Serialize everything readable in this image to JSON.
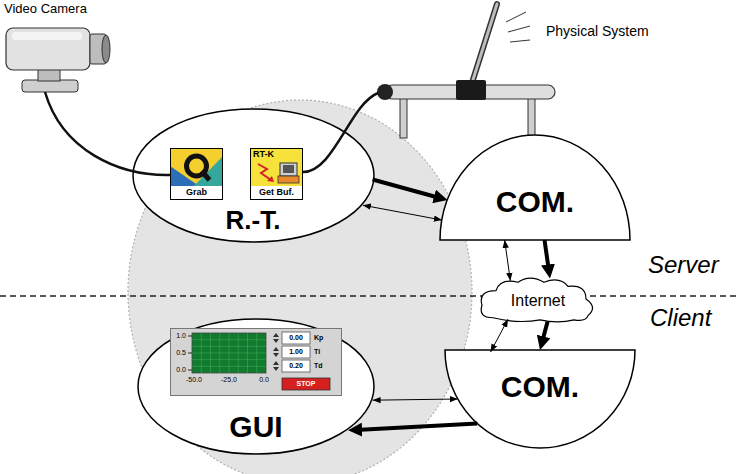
{
  "diagram": {
    "nodes": [
      {
        "text": [
          "R.-T."
        ]
      },
      {
        "text": [
          "Grab"
        ],
        "in": 0
      },
      {
        "text": [
          "RT-K",
          "Get Buf."
        ],
        "in": 0
      },
      {
        "text": [
          "COM."
        ]
      },
      {
        "text": [
          "Internet"
        ]
      },
      {
        "text": [
          "GUI"
        ]
      },
      {
        "text": [
          "1.0",
          "0.00",
          "Kp",
          "0.5",
          "1.00",
          "Ti",
          "0.0",
          "0.20",
          "Td",
          "-50.0",
          "-25.0",
          "0.0",
          "STOP"
        ],
        "in": 5
      },
      {
        "text": [
          "COM."
        ]
      }
    ],
    "edges": [
      {
        "from": 0,
        "to": 3,
        "arrow": "to"
      },
      {
        "from": 0,
        "to": 3,
        "arrow": "both"
      },
      {
        "from": 3,
        "to": 4,
        "arrow": "to"
      },
      {
        "from": 3,
        "to": 4,
        "arrow": "both"
      },
      {
        "from": 4,
        "to": 7,
        "arrow": "to"
      },
      {
        "from": 4,
        "to": 7,
        "arrow": "both"
      },
      {
        "from": 7,
        "to": 5,
        "arrow": "to"
      },
      {
        "from": 7,
        "to": 5,
        "arrow": "both"
      }
    ],
    "labels": [
      "Video Camera",
      "Physical System",
      "Server",
      "Client"
    ]
  }
}
